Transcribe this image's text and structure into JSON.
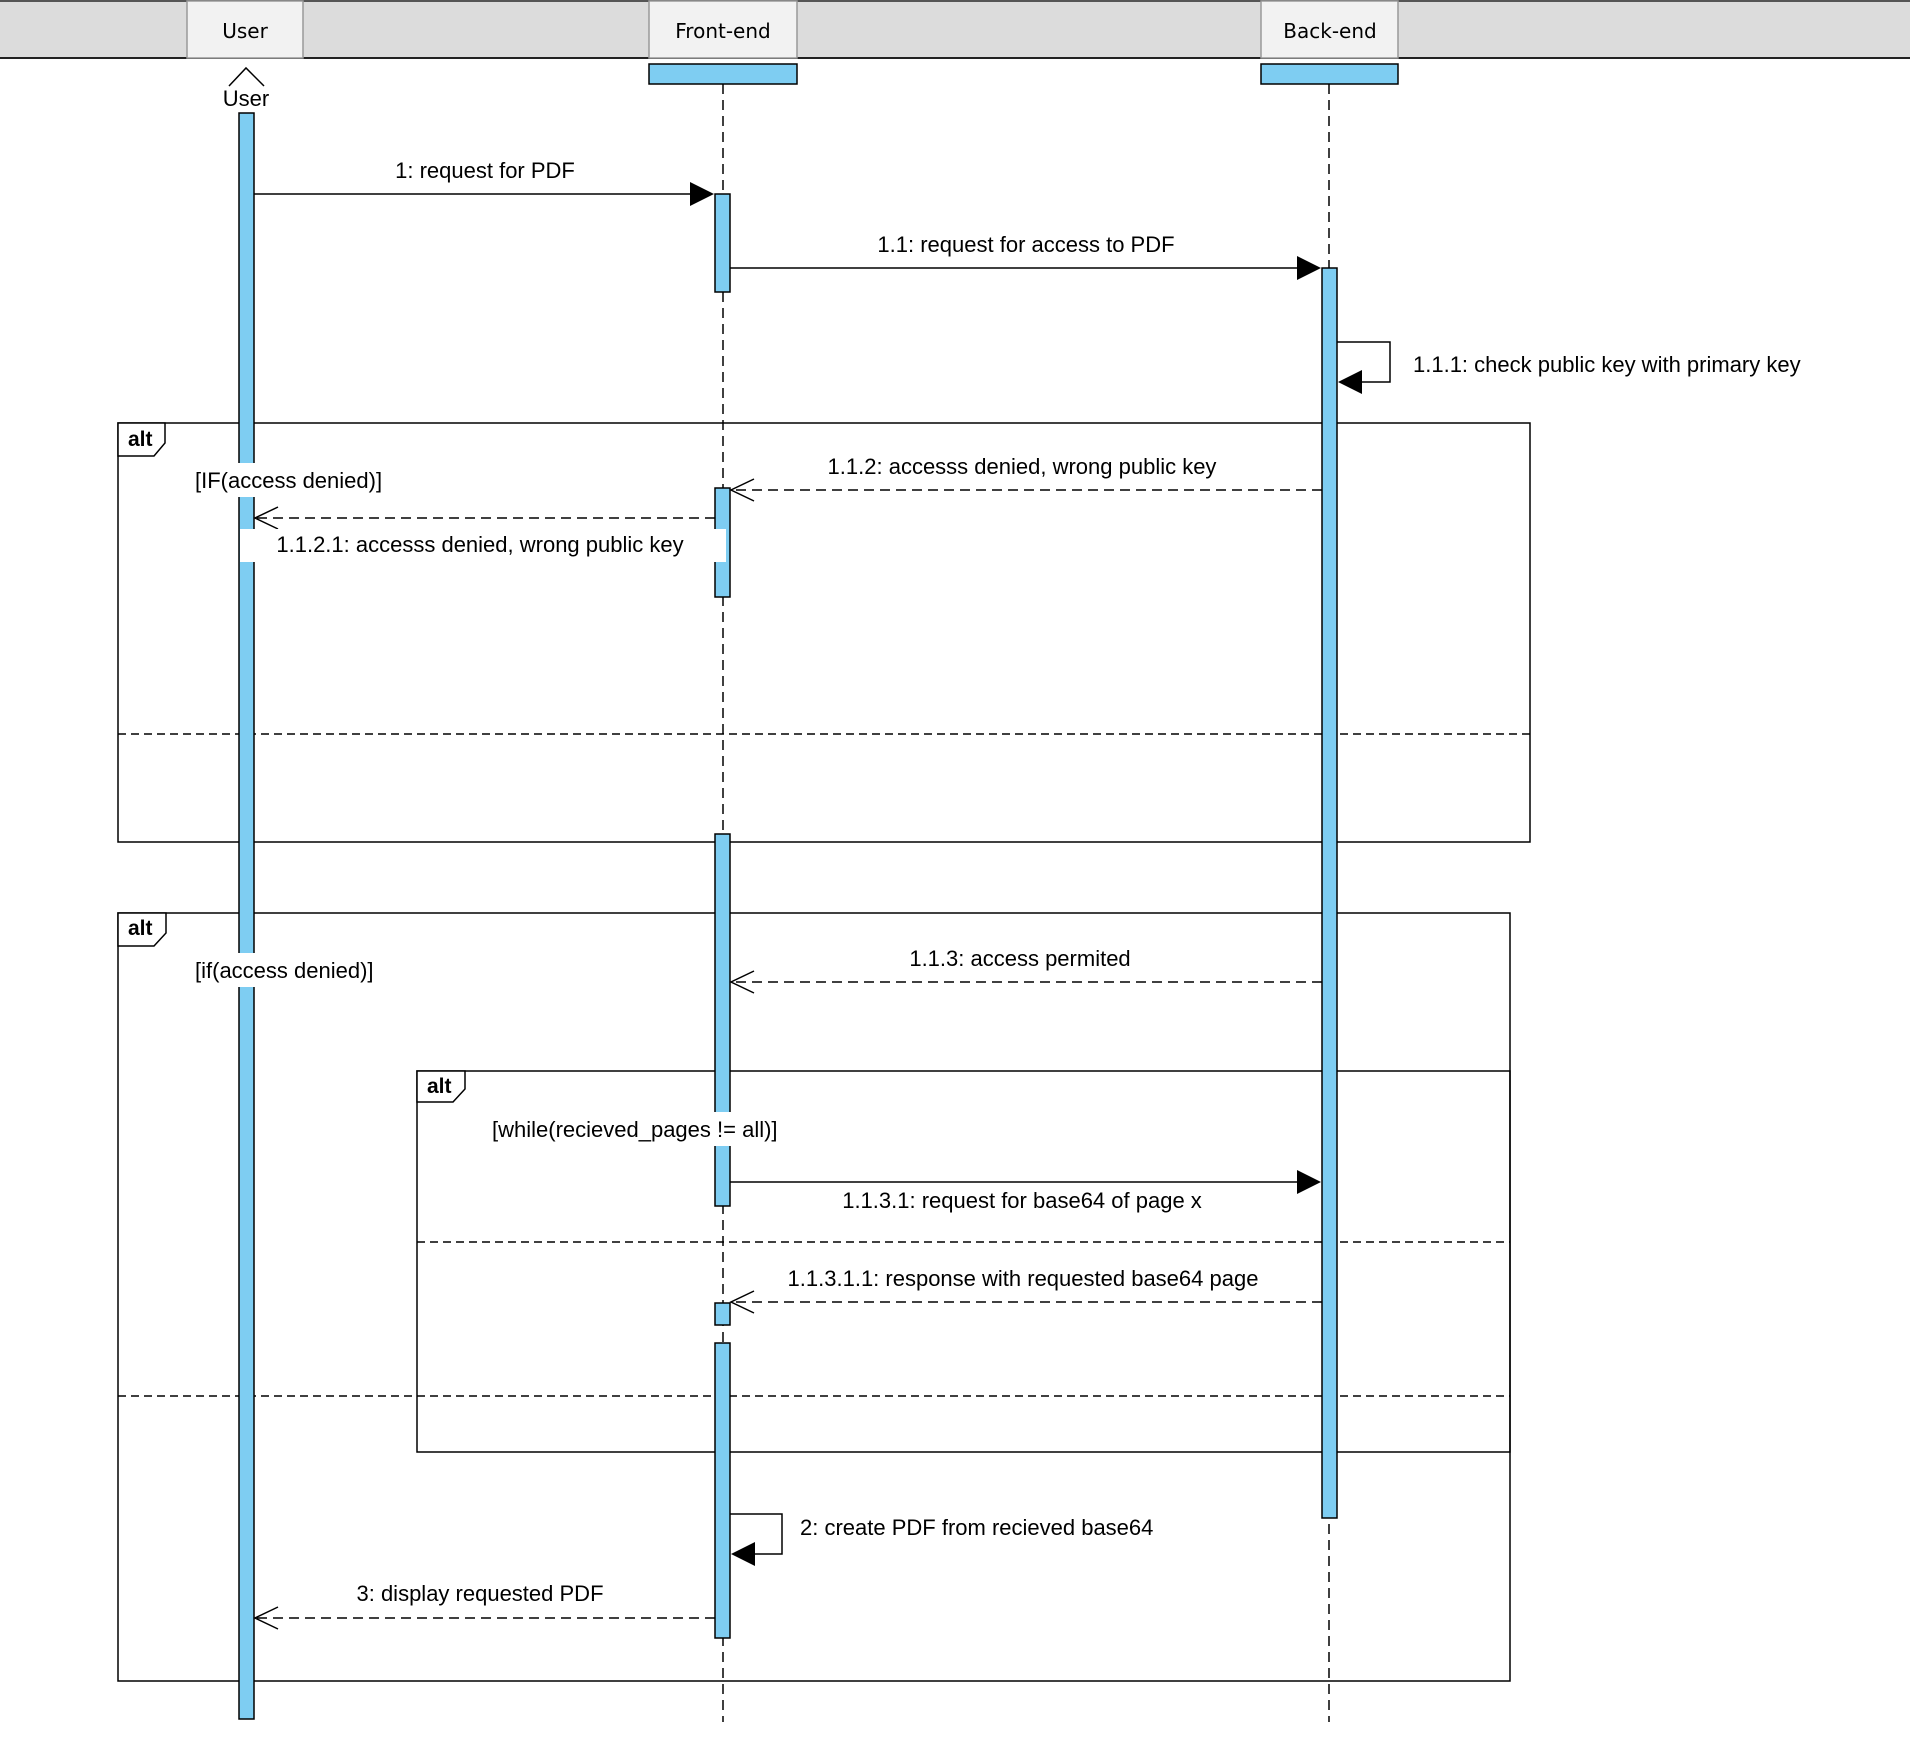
{
  "colors": {
    "header_bg": "#dcdcdc",
    "header_box": "#f2f2f2",
    "activation": "#7ecdf2",
    "line": "#000000",
    "background": "#ffffff"
  },
  "lifelines": [
    {
      "id": "user",
      "header_label": "User",
      "actor_label": "User"
    },
    {
      "id": "frontend",
      "header_label": "Front-end"
    },
    {
      "id": "backend",
      "header_label": "Back-end"
    }
  ],
  "fragments": [
    {
      "operator": "alt",
      "guard": "[IF(access denied)]"
    },
    {
      "operator": "alt",
      "guard": "[if(access denied)]"
    },
    {
      "operator": "alt",
      "guard": "[while(recieved_pages != all)]"
    }
  ],
  "messages": [
    {
      "label": "1: request for PDF",
      "from": "user",
      "to": "frontend",
      "kind": "sync"
    },
    {
      "label": "1.1: request for access to PDF",
      "from": "frontend",
      "to": "backend",
      "kind": "sync"
    },
    {
      "label": "1.1.1: check public key with primary key",
      "from": "backend",
      "to": "backend",
      "kind": "self"
    },
    {
      "label": "1.1.2: accesss denied, wrong public key",
      "from": "backend",
      "to": "frontend",
      "kind": "return"
    },
    {
      "label": "1.1.2.1: accesss denied, wrong public key",
      "from": "frontend",
      "to": "user",
      "kind": "return"
    },
    {
      "label": "1.1.3: access permited",
      "from": "backend",
      "to": "frontend",
      "kind": "return"
    },
    {
      "label": "1.1.3.1: request for base64 of page x",
      "from": "frontend",
      "to": "backend",
      "kind": "sync"
    },
    {
      "label": "1.1.3.1.1: response with requested base64 page",
      "from": "backend",
      "to": "frontend",
      "kind": "return"
    },
    {
      "label": "2: create PDF from recieved base64",
      "from": "frontend",
      "to": "frontend",
      "kind": "self"
    },
    {
      "label": "3: display requested PDF",
      "from": "frontend",
      "to": "user",
      "kind": "return"
    }
  ]
}
